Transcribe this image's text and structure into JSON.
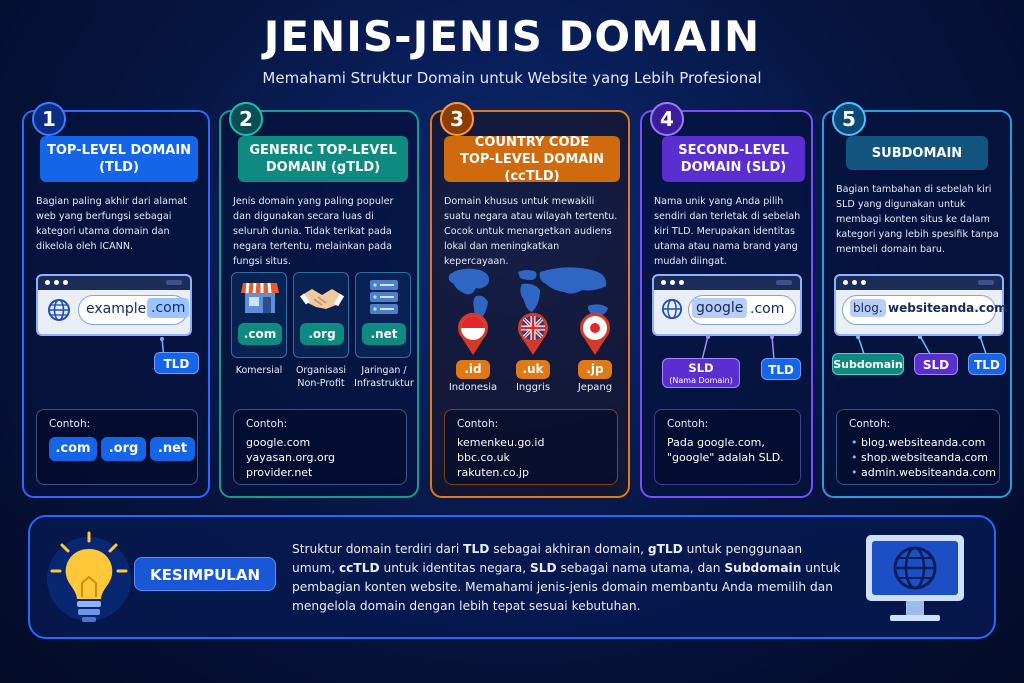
{
  "title": "JENIS-JENIS DOMAIN",
  "subtitle": "Memahami Struktur Domain untuk Website yang Lebih Profesional",
  "colors": {
    "blue": "#1565e8",
    "teal": "#0f8a80",
    "orange": "#e07a14",
    "purple": "#5b2ed1",
    "lightblue": "#2a9bdc"
  },
  "card1": {
    "number": "1",
    "header_line1": "TOP-LEVEL DOMAIN",
    "header_line2": "(TLD)",
    "description": "Bagian paling akhir dari alamat web yang berfungsi sebagai kategori utama domain dan dikelola oleh ICANN.",
    "url_name": "example",
    "url_tld": ".com",
    "tld_tag": "TLD",
    "contoh_label": "Contoh:",
    "examples": [
      ".com",
      ".org",
      ".net"
    ]
  },
  "card2": {
    "number": "2",
    "header_line1": "GENERIC TOP-LEVEL",
    "header_line2": "DOMAIN (gTLD)",
    "description": "Jenis domain yang paling populer dan digunakan secara luas di seluruh dunia. Tidak terikat pada negara tertentu, melainkan pada fungsi situs.",
    "types": [
      {
        "badge": ".com",
        "label": "Komersial",
        "icon": "store-icon"
      },
      {
        "badge": ".org",
        "label": "Organisasi\nNon-Profit",
        "icon": "handshake-icon"
      },
      {
        "badge": ".net",
        "label": "Jaringan /\nInfrastruktur",
        "icon": "server-icon"
      }
    ],
    "contoh_label": "Contoh:",
    "examples": [
      "google.com",
      "yayasan.org.org",
      "provider.net"
    ]
  },
  "card3": {
    "number": "3",
    "header_line1": "COUNTRY CODE",
    "header_line2": "TOP-LEVEL DOMAIN (ccTLD)",
    "description": "Domain khusus untuk mewakili suatu negara atau wilayah tertentu. Cocok untuk menargetkan audiens lokal dan meningkatkan kepercayaan.",
    "countries": [
      {
        "badge": ".id",
        "label": "Indonesia",
        "icon": "indonesia-flag-icon"
      },
      {
        "badge": ".uk",
        "label": "Inggris",
        "icon": "uk-flag-icon"
      },
      {
        "badge": ".jp",
        "label": "Jepang",
        "icon": "japan-flag-icon"
      }
    ],
    "contoh_label": "Contoh:",
    "examples": [
      "kemenkeu.go.id",
      "bbc.co.uk",
      "rakuten.co.jp"
    ]
  },
  "card4": {
    "number": "4",
    "header_line1": "SECOND-LEVEL",
    "header_line2": "DOMAIN (SLD)",
    "description": "Nama unik yang Anda pilih sendiri dan terletak di sebelah kiri TLD. Merupakan identitas utama atau nama brand yang mudah diingat.",
    "url_name": "google",
    "url_tld": ".com",
    "sld_tag": "SLD",
    "sld_sub": "(Nama Domain)",
    "tld_tag": "TLD",
    "contoh_label": "Contoh:",
    "examples": [
      "Pada google.com,",
      "\"google\" adalah SLD."
    ]
  },
  "card5": {
    "number": "5",
    "header": "SUBDOMAIN",
    "description": "Bagian tambahan di sebelah kiri SLD yang digunakan untuk membagi konten situs ke dalam kategori yang lebih spesifik tanpa membeli domain baru.",
    "url_sub": "blog.",
    "url_rest": "websiteanda.com",
    "tags": [
      "Subdomain",
      "SLD",
      "TLD"
    ],
    "contoh_label": "Contoh:",
    "examples": [
      "blog.websiteanda.com",
      "shop.websiteanda.com",
      "admin.websiteanda.com"
    ]
  },
  "conclusion": {
    "label": "KESIMPULAN",
    "parts": [
      "Struktur domain terdiri dari ",
      "TLD",
      " sebagai akhiran domain, ",
      "gTLD",
      " untuk penggunaan umum, ",
      "ccTLD",
      " untuk identitas negara, ",
      "SLD",
      " sebagai nama utama, dan ",
      "Subdomain",
      " untuk pembagian konten website. Memahami jenis-jenis domain membantu Anda memilih dan mengelola domain dengan lebih tepat sesuai kebutuhan."
    ]
  }
}
